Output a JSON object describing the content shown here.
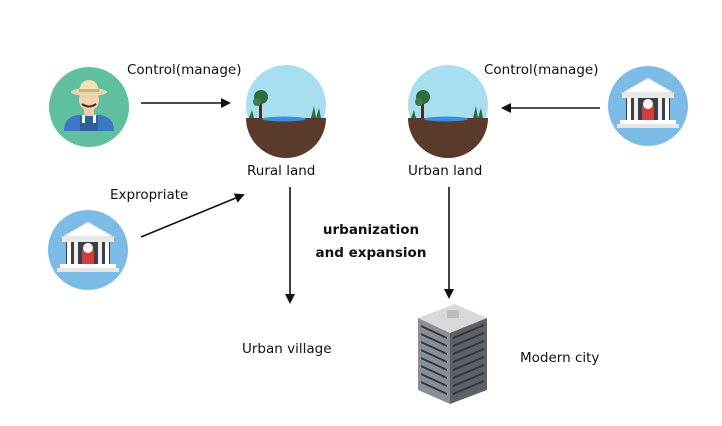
{
  "labels": {
    "control_left": "Control(manage)",
    "control_right": "Control(manage)",
    "expropriate": "Expropriate",
    "rural_land": "Rural land",
    "urban_land": "Urban land",
    "process_line1": "urbanization",
    "process_line2": "and expansion",
    "urban_village": "Urban village",
    "modern_city": "Modern city"
  },
  "colors": {
    "farmer_circle": "#5fbf9f",
    "government_circle": "#7bbbe6",
    "sky": "#a8dff0",
    "soil": "#5a3a2a",
    "water": "#3a8fd8",
    "arrow": "#111111"
  },
  "icons": [
    "farmer-icon",
    "government-building-icon",
    "land-icon",
    "skyscraper-icon"
  ]
}
